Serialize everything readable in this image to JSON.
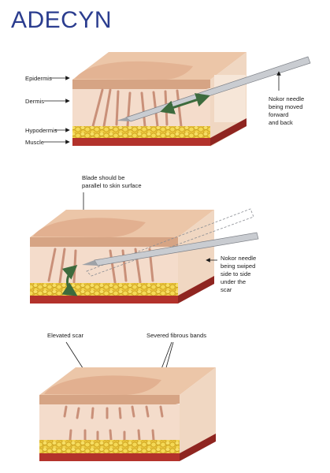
{
  "brand": {
    "name": "ADECYN",
    "color": "#2b3d8f"
  },
  "panel1": {
    "layers": [
      "Epidermis",
      "Dermis",
      "Hypodermis",
      "Muscle"
    ],
    "caption": [
      "Nokor needle",
      "being moved",
      "forward",
      "and back"
    ]
  },
  "panel2": {
    "note": [
      "Blade should be",
      "parallel to skin surface"
    ],
    "caption": [
      "Nokor needle",
      "being swiped",
      "side to side",
      "under the",
      "scar"
    ]
  },
  "panel3": {
    "left_label": "Elevated scar",
    "right_label": "Severed fibrous bands"
  },
  "colors": {
    "skin_top": "#e8bf9f",
    "epidermis": "#d9a889",
    "dermis": "#f3d8c4",
    "fat": "#f2d04a",
    "fat_dark": "#c9a01e",
    "muscle": "#b3322b",
    "needle": "#c9ccd1",
    "arrow_green": "#3d6b3d"
  }
}
